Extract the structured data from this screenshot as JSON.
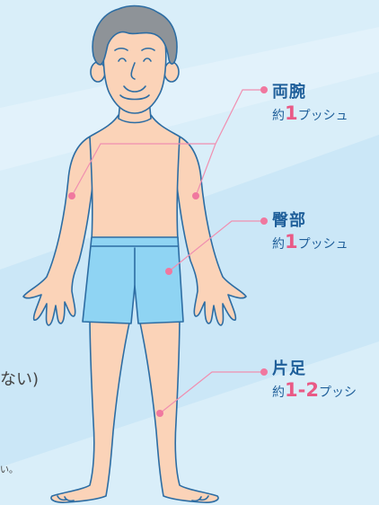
{
  "colors": {
    "background_light": "#d9eef9",
    "background_band": "#c5e3f5",
    "skin": "#fbd3b8",
    "outline": "#2d6da3",
    "hair": "#8e9398",
    "shorts": "#8fd4f3",
    "leader_line": "#f08fb0",
    "dot": "#f0789f",
    "label_text": "#1f5f9a",
    "accent_number": "#e95a86"
  },
  "labels": {
    "arms": {
      "title": "両腕",
      "prefix": "約",
      "number": "1",
      "suffix": "プッシュ"
    },
    "buttocks": {
      "title": "臀部",
      "prefix": "約",
      "number": "1",
      "suffix": "プッシュ"
    },
    "leg": {
      "title": "片足",
      "prefix": "約",
      "number": "1-2",
      "suffix": "プッシ"
    }
  },
  "cut_text": {
    "large": "ない)",
    "small": "い。"
  }
}
